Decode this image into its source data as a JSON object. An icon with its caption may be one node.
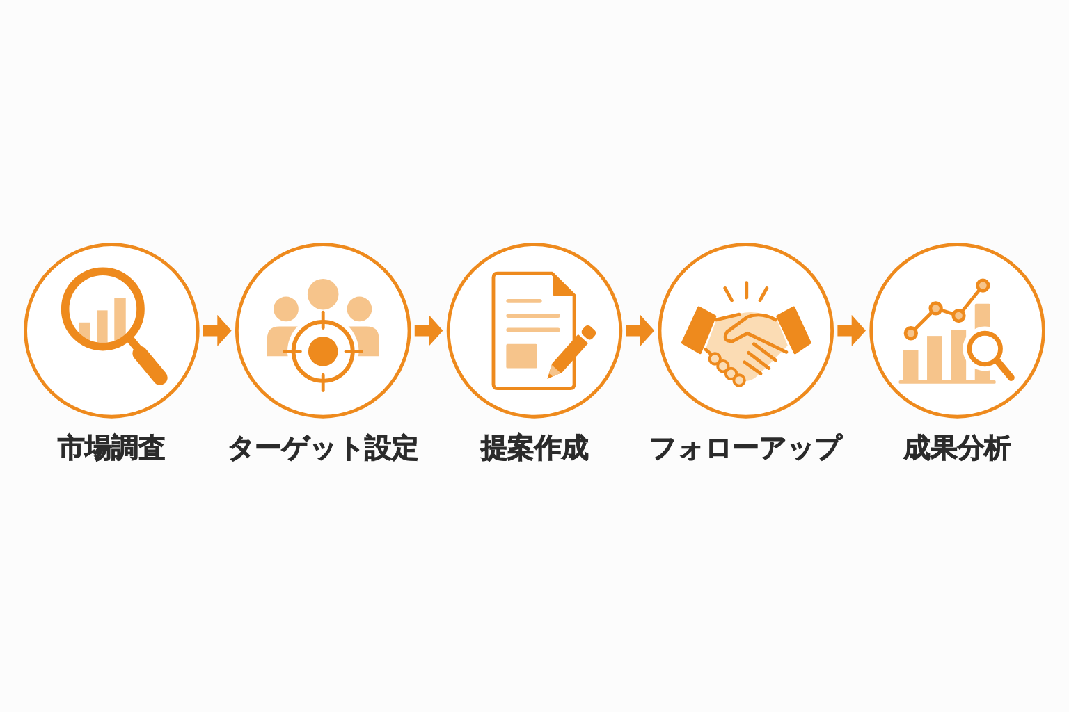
{
  "diagram": {
    "nodes": [
      {
        "text": [
          "市場調査"
        ]
      },
      {
        "text": [
          "ターゲット設定"
        ]
      },
      {
        "text": [
          "提案作成"
        ]
      },
      {
        "text": [
          "フォローアップ"
        ]
      },
      {
        "text": [
          "成果分析"
        ]
      }
    ],
    "edges": [
      {
        "from": 0,
        "to": 1,
        "arrow": "to"
      },
      {
        "from": 1,
        "to": 2,
        "arrow": "to"
      },
      {
        "from": 2,
        "to": 3,
        "arrow": "to"
      },
      {
        "from": 3,
        "to": 4,
        "arrow": "to"
      }
    ]
  }
}
